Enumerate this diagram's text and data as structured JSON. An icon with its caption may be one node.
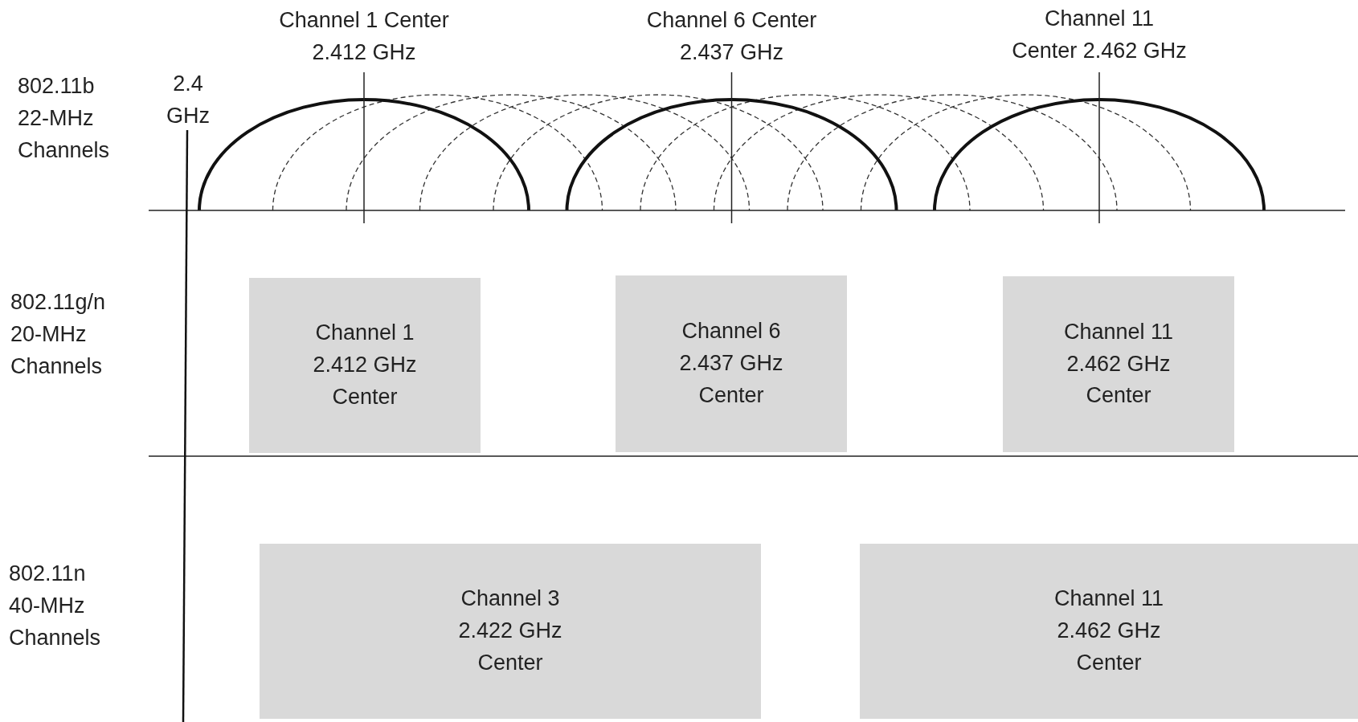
{
  "diagram": {
    "nodes": [
      {
        "text": [
          "Channel 1 2.412 GHz Center"
        ]
      },
      {
        "text": [
          "Channel 6 2.437 GHz Center"
        ]
      },
      {
        "text": [
          "Channel 11 2.462 GHz Center"
        ]
      },
      {
        "text": [
          "Channel 3 2.422 GHz Center"
        ]
      },
      {
        "text": [
          "Channel 11 2.462 GHz Center"
        ]
      }
    ],
    "labels": [
      "Channel 1 Center 2.412 GHz",
      "Channel 6 Center 2.437 GHz",
      "Channel 11 Center 2.462 GHz",
      "802.11b 22-MHz Channels",
      "2.4 GHz",
      "802.11g/n 20-MHz Channels",
      "802.11n 40-MHz Channels"
    ]
  }
}
